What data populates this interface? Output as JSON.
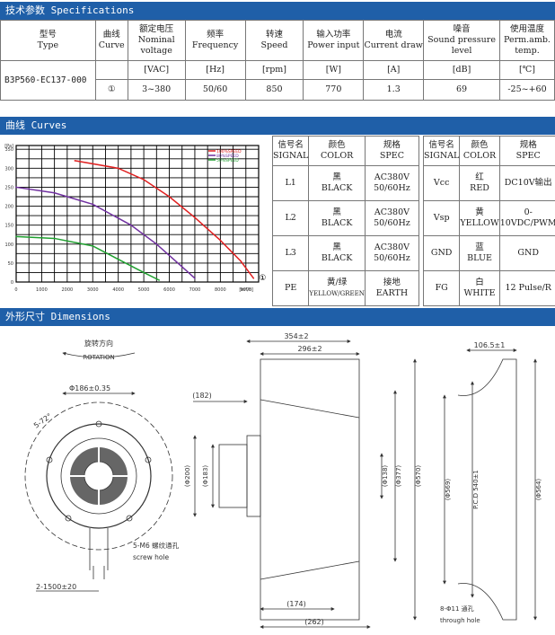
{
  "sections": {
    "specs": "技术参数 Specifications",
    "curves": "曲线 Curves",
    "dims": "外形尺寸 Dimensions"
  },
  "spec_table": {
    "headers": [
      {
        "cn": "型号",
        "en": "Type"
      },
      {
        "cn": "曲线",
        "en": "Curve"
      },
      {
        "cn": "额定电压",
        "en": "Nominal voltage"
      },
      {
        "cn": "频率",
        "en": "Frequency"
      },
      {
        "cn": "转速",
        "en": "Speed"
      },
      {
        "cn": "输入功率",
        "en": "Power input"
      },
      {
        "cn": "电流",
        "en": "Current draw"
      },
      {
        "cn": "噪音",
        "en": "Sound pressure level"
      },
      {
        "cn": "使用温度",
        "en": "Perm.amb. temp."
      }
    ],
    "units": [
      "",
      "",
      "[VAC]",
      "[Hz]",
      "[rpm]",
      "[W]",
      "[A]",
      "[dB]",
      "[℃]"
    ],
    "row": [
      "B3P560-EC137-000",
      "①",
      "3~380",
      "50/60",
      "850",
      "770",
      "1.3",
      "69",
      "-25~+60"
    ]
  },
  "chart_data": {
    "type": "line",
    "xlabel": "[m³/h]",
    "ylabel": "[Pa]",
    "x_ticks": [
      0,
      1000,
      2000,
      3000,
      4000,
      5000,
      6000,
      7000,
      8000,
      9000
    ],
    "y_ticks": [
      0,
      50,
      100,
      150,
      200,
      250,
      300,
      350
    ],
    "xlim": [
      0,
      9500
    ],
    "ylim": [
      0,
      360
    ],
    "series": [
      {
        "name": "100%SPEED",
        "color": "#e02020",
        "x": [
          2300,
          4000,
          5000,
          6000,
          7000,
          8000,
          8800,
          9300
        ],
        "y": [
          320,
          300,
          270,
          225,
          170,
          110,
          55,
          10
        ]
      },
      {
        "name": "80%SPEED",
        "color": "#7030a0",
        "x": [
          0,
          1500,
          3000,
          4500,
          5500,
          6500,
          7000
        ],
        "y": [
          250,
          235,
          205,
          150,
          100,
          40,
          10
        ]
      },
      {
        "name": "50%SPEED",
        "color": "#20a030",
        "x": [
          0,
          1500,
          3000,
          4000,
          5000,
          5600
        ],
        "y": [
          120,
          115,
          95,
          60,
          25,
          5
        ]
      }
    ],
    "curve_marker": "①"
  },
  "signals_left": {
    "headers": [
      {
        "cn": "信号名",
        "en": "SIGNAL"
      },
      {
        "cn": "颜色",
        "en": "COLOR"
      },
      {
        "cn": "规格",
        "en": "SPEC"
      }
    ],
    "rows": [
      {
        "sig": "L1",
        "c1": "黑",
        "c2": "BLACK",
        "s1": "AC380V",
        "s2": "50/60Hz"
      },
      {
        "sig": "L2",
        "c1": "黑",
        "c2": "BLACK",
        "s1": "AC380V",
        "s2": "50/60Hz"
      },
      {
        "sig": "L3",
        "c1": "黑",
        "c2": "BLACK",
        "s1": "AC380V",
        "s2": "50/60Hz"
      },
      {
        "sig": "PE",
        "c1": "黄/绿",
        "c2": "YELLOW/GREEN",
        "s1": "接地",
        "s2": "EARTH"
      }
    ]
  },
  "signals_right": {
    "headers": [
      {
        "cn": "信号名",
        "en": "SIGNAL"
      },
      {
        "cn": "颜色",
        "en": "COLOR"
      },
      {
        "cn": "规格",
        "en": "SPEC"
      }
    ],
    "rows": [
      {
        "sig": "Vcc",
        "c1": "红",
        "c2": "RED",
        "s": "DC10V输出"
      },
      {
        "sig": "Vsp",
        "c1": "黄",
        "c2": "YELLOW",
        "s": "0-10VDC/PWM"
      },
      {
        "sig": "GND",
        "c1": "蓝",
        "c2": "BLUE",
        "s": "GND"
      },
      {
        "sig": "FG",
        "c1": "白",
        "c2": "WHITE",
        "s": "12 Pulse/R"
      }
    ]
  },
  "dims": {
    "rotation_cn": "旋转方向",
    "rotation_en": "ROTATION",
    "d186": "Φ186±0.35",
    "angle": "5-72°",
    "screw_cn": "5-M6 螺纹通孔",
    "screw_en": "screw hole",
    "cable": "2-1500±20",
    "w354": "354±2",
    "w296": "296±2",
    "d182": "(182)",
    "d200": "(Φ200)",
    "d183": "(Φ183)",
    "d138": "(Φ138)",
    "d377": "(Φ377)",
    "d570": "(Φ570)",
    "d174": "(174)",
    "d262": "(262)",
    "w106": "106.5±1",
    "d569": "(Φ569)",
    "pcd": "P.C.D 540±1",
    "d564": "(Φ564)",
    "hole_n": "8-Φ11 通孔",
    "hole_en": "through hole"
  }
}
